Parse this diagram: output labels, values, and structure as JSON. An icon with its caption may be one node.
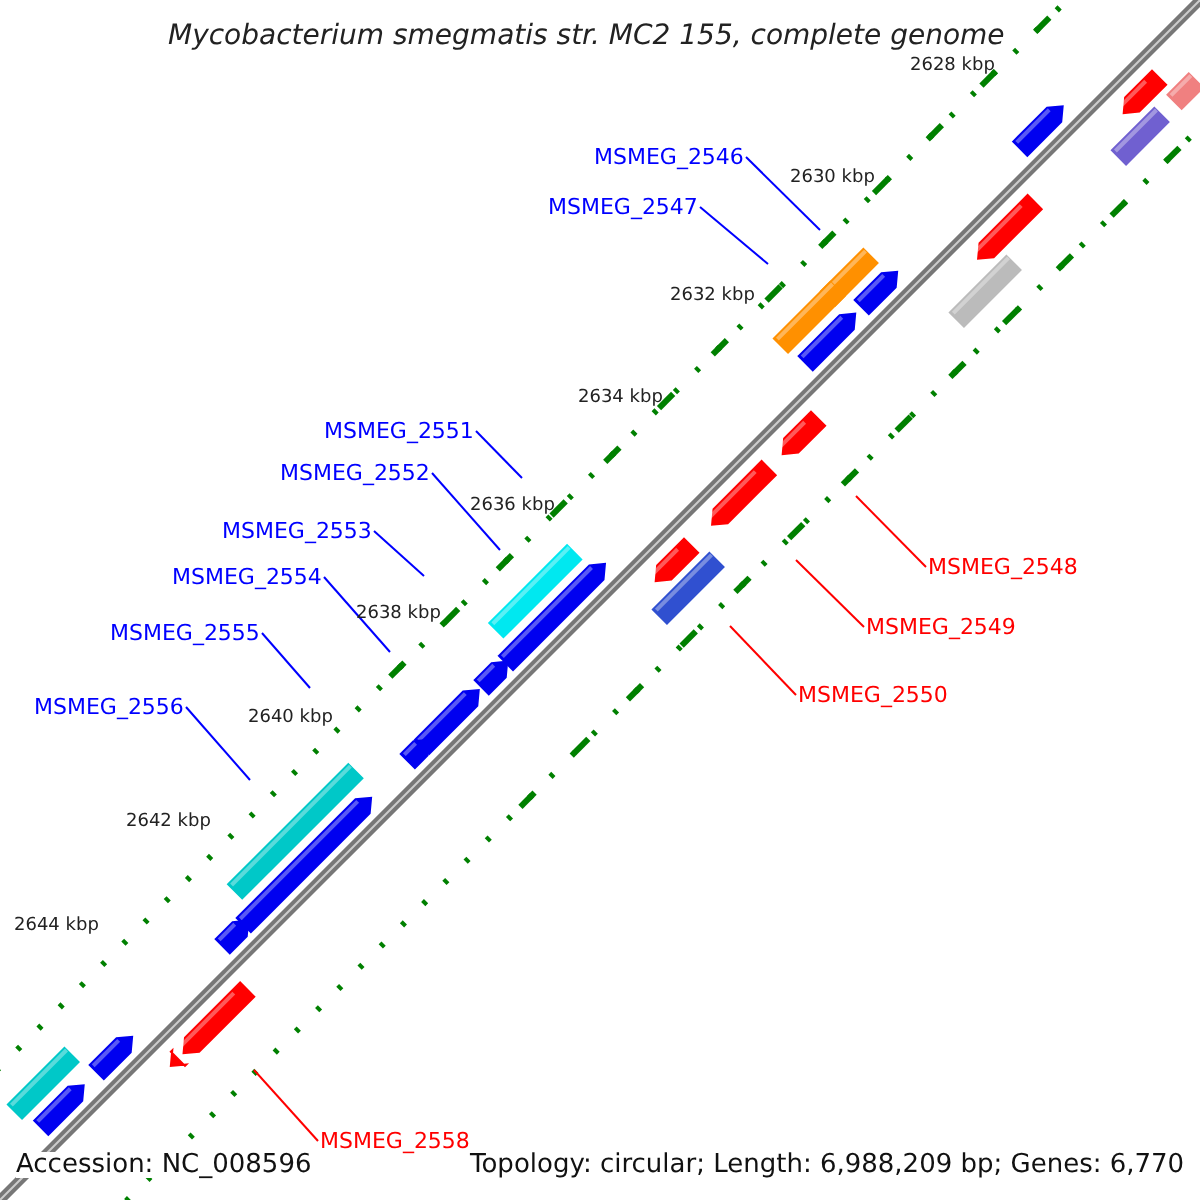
{
  "diagram": {
    "title": "Mycobacterium smegmatis str. MC2 155, complete genome",
    "nodes": [
      {
        "text": [
          "MSMEG_2546"
        ]
      },
      {
        "text": [
          "MSMEG_2547"
        ]
      },
      {
        "text": [
          "MSMEG_2551"
        ]
      },
      {
        "text": [
          "MSMEG_2552"
        ]
      },
      {
        "text": [
          "MSMEG_2548"
        ]
      },
      {
        "text": [
          "MSMEG_2553"
        ]
      },
      {
        "text": [
          "MSMEG_2554"
        ]
      },
      {
        "text": [
          "MSMEG_2549"
        ]
      },
      {
        "text": [
          "MSMEG_2555"
        ]
      },
      {
        "text": [
          "MSMEG_2550"
        ]
      },
      {
        "text": [
          "MSMEG_2556"
        ]
      },
      {
        "text": [
          "MSMEG_2558"
        ]
      }
    ],
    "edges": [
      {
        "from": 0,
        "to": null,
        "arrow": "none"
      },
      {
        "from": 1,
        "to": null,
        "arrow": "none"
      },
      {
        "from": 2,
        "to": null,
        "arrow": "none"
      },
      {
        "from": 3,
        "to": null,
        "arrow": "none"
      },
      {
        "from": 4,
        "to": null,
        "arrow": "none",
        "color": "#ff0000"
      },
      {
        "from": 5,
        "to": null,
        "arrow": "none"
      },
      {
        "from": 6,
        "to": null,
        "arrow": "none"
      },
      {
        "from": 7,
        "to": null,
        "arrow": "none",
        "color": "#ff0000"
      },
      {
        "from": 8,
        "to": null,
        "arrow": "none"
      },
      {
        "from": 9,
        "to": null,
        "arrow": "none",
        "color": "#ff0000"
      },
      {
        "from": 10,
        "to": null,
        "arrow": "none"
      },
      {
        "from": 11,
        "to": null,
        "arrow": "none",
        "color": "#ff0000"
      }
    ],
    "labels": [
      "2628 kbp",
      "2630 kbp",
      "2632 kbp",
      "2634 kbp",
      "2636 kbp",
      "2638 kbp",
      "2640 kbp",
      "2642 kbp",
      "2644 kbp",
      "Accession: NC_008596",
      "Topology: circular; Length: 6,988,209 bp; Genes: 6,770"
    ]
  }
}
